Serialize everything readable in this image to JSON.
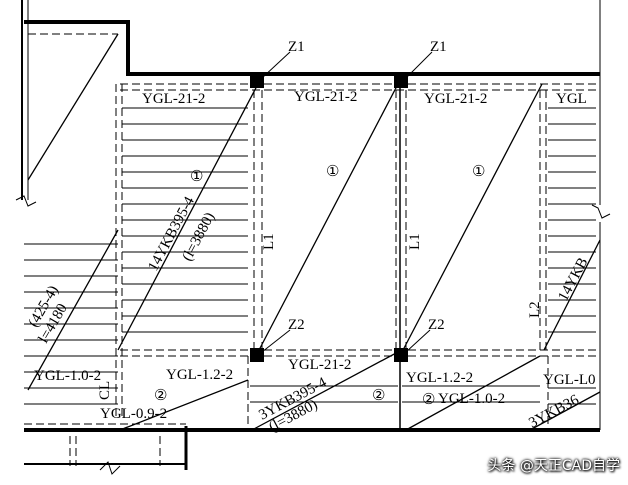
{
  "labels": {
    "col_z1_a": "Z1",
    "col_z1_b": "Z1",
    "col_z2_a": "Z2",
    "col_z2_b": "Z2",
    "beam_top_1": "YGL-21-2",
    "beam_top_2": "YGL-21-2",
    "beam_top_3": "YGL-21-2",
    "beam_top_4": "YGL",
    "beam_mid": "YGL-21-2",
    "beam_l1_a": "L1",
    "beam_l1_b": "L1",
    "beam_l2": "L2",
    "beam_cl": "CL",
    "beam_bot_1": "YGL-1.0-2",
    "beam_bot_2": "YGL-1.2-2",
    "beam_bot_3": "YGL-0.9-2",
    "beam_bot_4": "YGL-1.2-2",
    "beam_bot_5": "YGL-1.0-2",
    "beam_bot_6": "YGL-L0",
    "slab_1_spec": "14YKB395-4",
    "slab_1_len": "(l=3880)",
    "slab_2_spec": "(425-4)",
    "slab_2_len": "l=4180",
    "slab_3_spec": "3YKB395-4",
    "slab_3_len": "(l=3880)",
    "slab_4_spec": "14YKB",
    "slab_5_spec": "3YKB36",
    "mark_1a": "①",
    "mark_1b": "①",
    "mark_1c": "①",
    "mark_2a": "②",
    "mark_2b": "②",
    "mark_2c": "②"
  },
  "watermark": "头条 @天正CAD自学"
}
